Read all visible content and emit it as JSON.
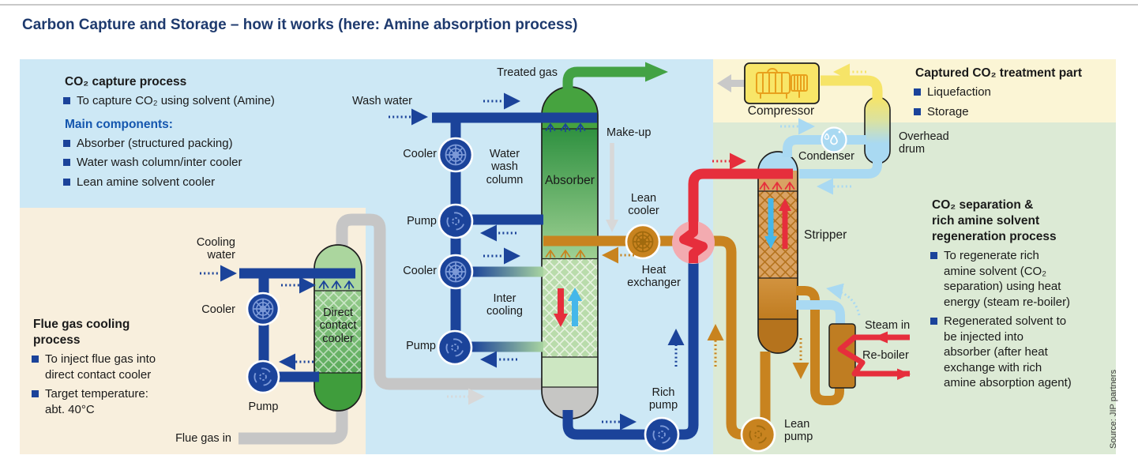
{
  "title": "Carbon Capture and Storage – how it works (here: Amine absorption process)",
  "source_note": "Source: JIP partners",
  "boxes": {
    "capture": {
      "heading": "CO₂ capture process",
      "bullets": [
        "To capture CO₂ using solvent (Amine)"
      ],
      "subheading": "Main components:",
      "components": [
        "Absorber (structured packing)",
        "Water wash column/inter cooler",
        "Lean amine solvent cooler"
      ]
    },
    "flue": {
      "heading": "Flue gas cooling\nprocess",
      "bullets": [
        "To inject flue gas into\ndirect contact cooler",
        "Target temperature:\nabt. 40°C"
      ]
    },
    "treatment": {
      "heading": "Captured CO₂ treatment part",
      "bullets": [
        "Liquefaction",
        "Storage"
      ]
    },
    "separation": {
      "heading": "CO₂ separation &\nrich amine solvent\nregeneration process",
      "bullets": [
        "To regenerate rich\namine solvent (CO₂\nseparation) using heat\nenergy (steam re-boiler)",
        "Regenerated solvent to\nbe injected into\nabsorber (after heat\nexchange with rich\namine absorption agent)"
      ]
    }
  },
  "labels": {
    "treated_gas": "Treated gas",
    "wash_water": "Wash water",
    "make_up": "Make-up",
    "cooler": "Cooler",
    "pump": "Pump",
    "water_wash_column": "Water\nwash\ncolumn",
    "inter_cooling": "Inter\ncooling",
    "absorber": "Absorber",
    "lean_cooler": "Lean\ncooler",
    "heat_exchanger": "Heat\nexchanger",
    "rich_pump": "Rich\npump",
    "cooling_water": "Cooling\nwater",
    "direct_contact_cooler": "Direct\ncontact\ncooler",
    "flue_gas_in": "Flue gas in",
    "stripper": "Stripper",
    "condenser": "Condenser",
    "overhead_drum": "Overhead\ndrum",
    "compressor": "Compressor",
    "steam_in": "Steam in",
    "re_boiler": "Re-boiler",
    "lean_pump": "Lean\npump"
  },
  "colors": {
    "title_navy": "#1e3a6e",
    "text_dark": "#1a1a1a",
    "accent_blue_text": "#1456ae",
    "region_blue": "#cde8f5",
    "region_beige": "#f8efdd",
    "region_yellow": "#fbf5d5",
    "region_green": "#dcead5",
    "pipe_navy": "#1b439a",
    "pipe_gray": "#c6c6c6",
    "pipe_green": "#43a244",
    "pipe_orange": "#c8831f",
    "pipe_red": "#e62e3c",
    "pipe_lightblue": "#a9d9f2",
    "pipe_yellow": "#f6e468",
    "hx_pink": "#f3abb0",
    "tan_packing": "#d9a263",
    "brown_dark": "#b5731d",
    "reboiler_brown": "#bf7d22",
    "compressor_yellow": "#f8e668",
    "compressor_icon_orange": "#e8a11d",
    "arrow_lightgray": "#d8d8d8",
    "cyan_arrow": "#45b7ea"
  }
}
